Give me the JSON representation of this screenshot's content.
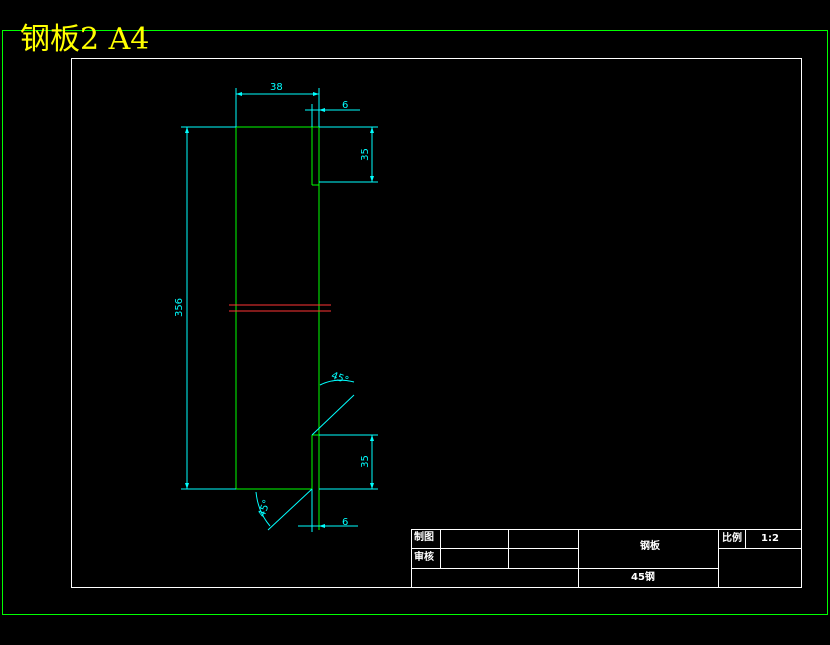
{
  "drawing": {
    "title": "钢板2 A4",
    "colors": {
      "background": "#000000",
      "frame": "#00ff00",
      "border": "#ffffff",
      "outline": "#00ff00",
      "dimension": "#00ffff",
      "centerline": "#ff0000",
      "title": "#ffff00"
    },
    "dimensions": {
      "width_top": "38",
      "notch_top": "6",
      "notch_bottom": "6",
      "height_top": "35",
      "height_bottom": "35",
      "total_height": "356",
      "angle_upper": "45°",
      "angle_lower": "45°"
    },
    "title_block": {
      "drawn_label": "制图",
      "checked_label": "审核",
      "part_name": "钢板",
      "material": "45钢",
      "scale_label": "比例",
      "scale_value": "1:2"
    }
  }
}
